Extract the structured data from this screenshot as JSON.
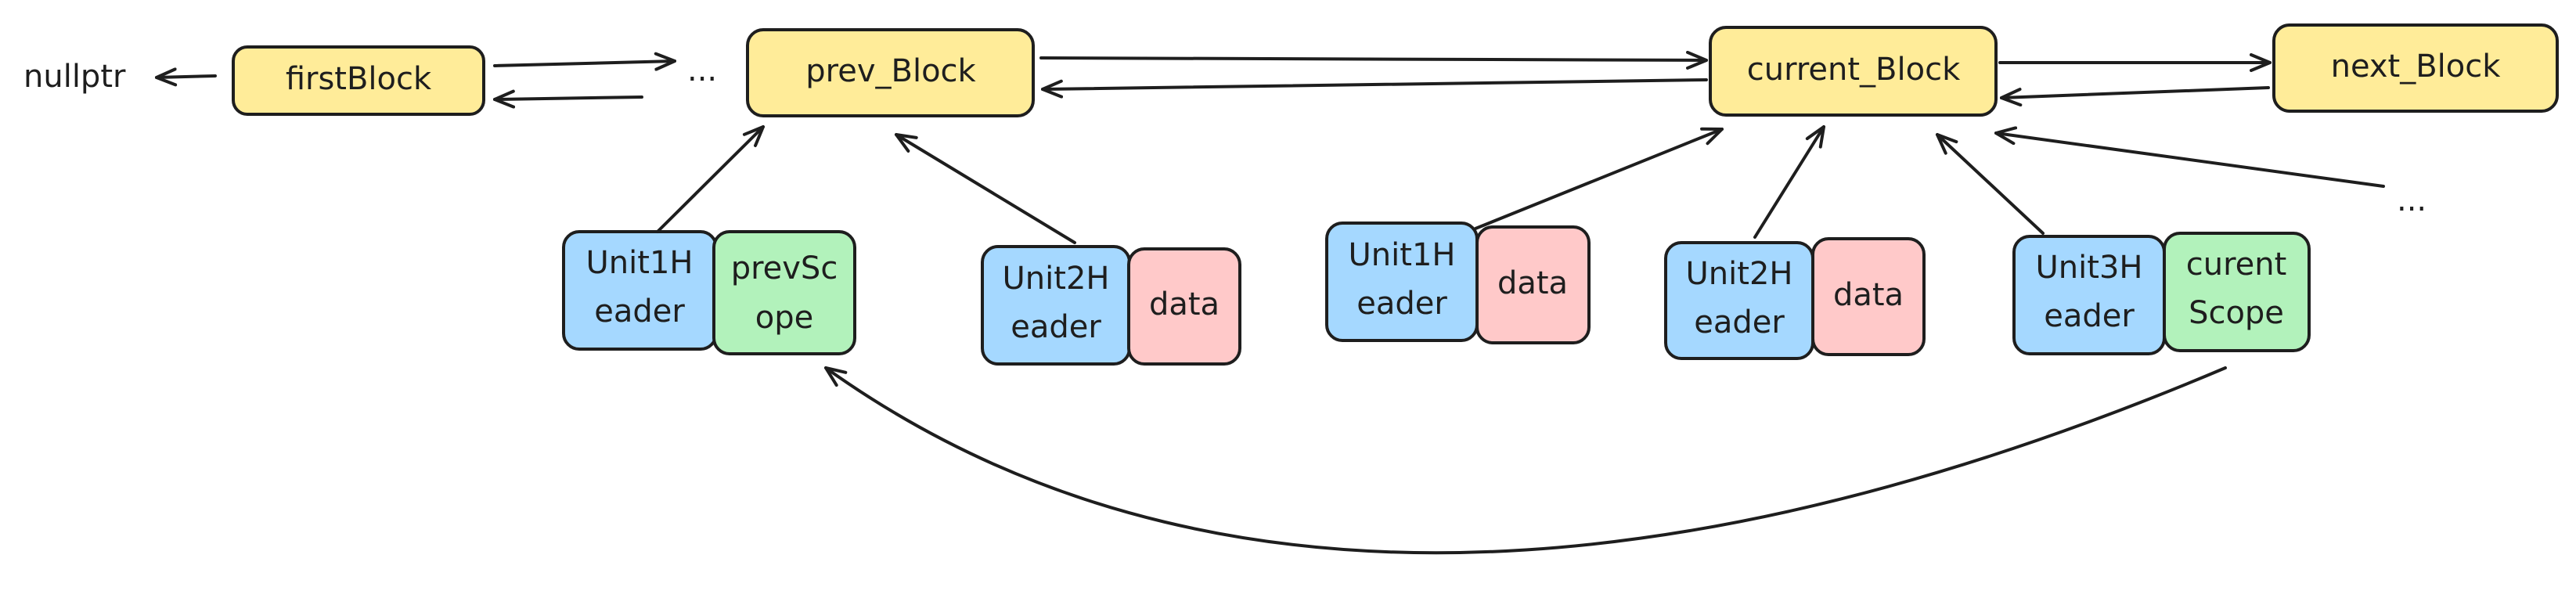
{
  "colors": {
    "yellow": "#ffec99",
    "blue": "#a5d8ff",
    "green": "#b2f2bb",
    "red": "#ffc9c9",
    "stroke": "#1e1e1e"
  },
  "labels": {
    "nullptr": "nullptr",
    "first_block": "firstBlock",
    "ellipsis_top": "...",
    "prev_block": "prev_Block",
    "current_block": "current_Block",
    "next_block": "next_Block",
    "ellipsis_right": "...",
    "group1": {
      "header": [
        "Unit1H",
        "eader"
      ],
      "payload": [
        "prevSc",
        "ope"
      ]
    },
    "group2": {
      "header": [
        "Unit2H",
        "eader"
      ],
      "payload": [
        "data"
      ]
    },
    "group3": {
      "header": [
        "Unit1H",
        "eader"
      ],
      "payload": [
        "data"
      ]
    },
    "group4": {
      "header": [
        "Unit2H",
        "eader"
      ],
      "payload": [
        "data"
      ]
    },
    "group5": {
      "header": [
        "Unit3H",
        "eader"
      ],
      "payload": [
        "curent",
        "Scope"
      ]
    }
  }
}
